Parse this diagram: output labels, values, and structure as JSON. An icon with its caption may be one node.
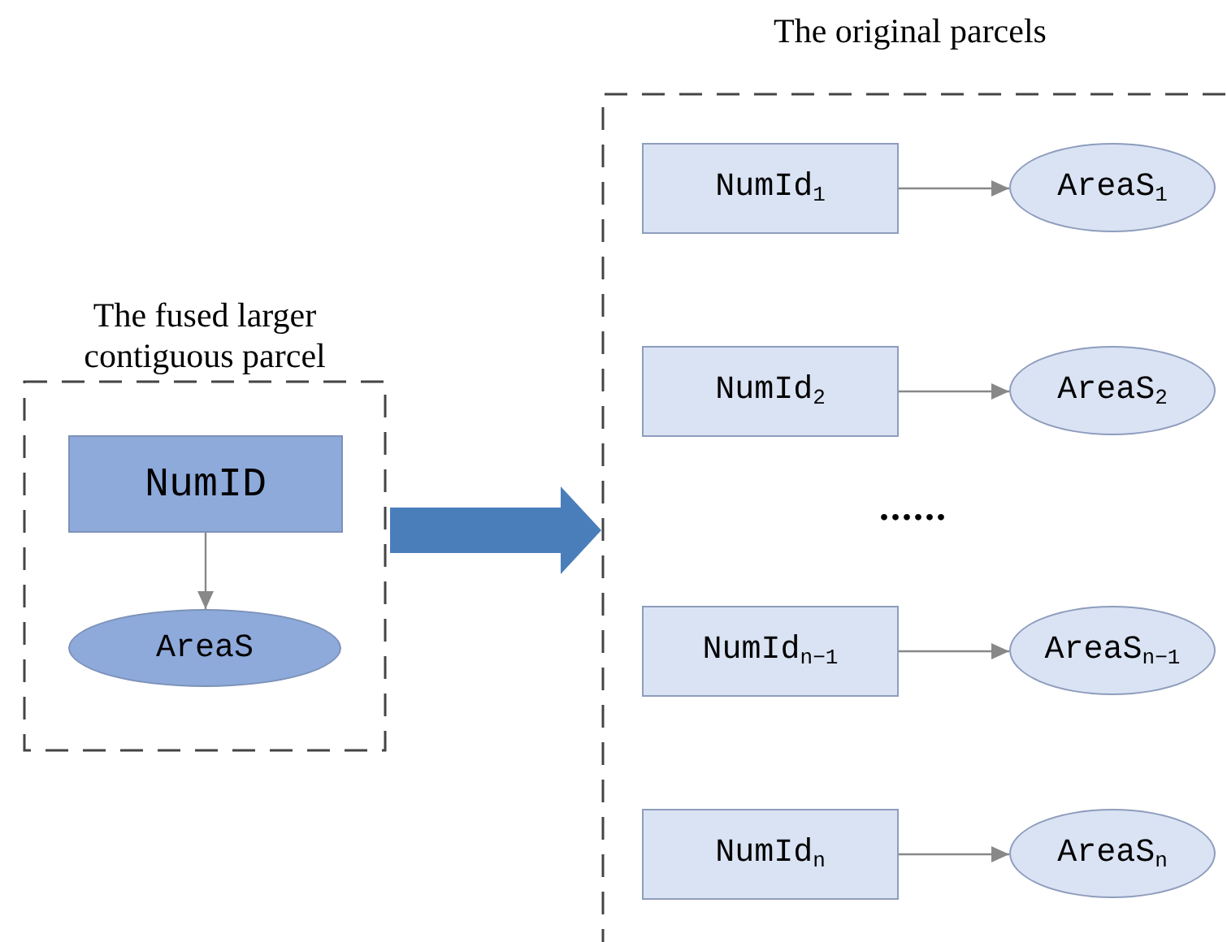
{
  "diagram": {
    "nodes": [
      {
        "text": [
          "The fused larger contiguous parcel"
        ]
      },
      {
        "text": [
          "NumID"
        ],
        "in": 0
      },
      {
        "text": [
          "AreaS"
        ],
        "in": 0
      },
      {
        "text": [
          "The original parcels"
        ]
      },
      {
        "text": [
          "NumId$_{1}$"
        ],
        "in": 3
      },
      {
        "text": [
          "AreaS$_{1}$"
        ],
        "in": 3
      },
      {
        "text": [
          "NumId$_{2}$"
        ],
        "in": 3
      },
      {
        "text": [
          "AreaS$_{2}$"
        ],
        "in": 3
      },
      {
        "text": [
          "NumId$_{n−1}$"
        ],
        "in": 3
      },
      {
        "text": [
          "AreaS$_{n−1}$"
        ],
        "in": 3
      },
      {
        "text": [
          "NumId$_{n}$"
        ],
        "in": 3
      },
      {
        "text": [
          "AreaS$_{n}$"
        ],
        "in": 3
      }
    ],
    "edges": [
      {
        "from": 1,
        "to": 2,
        "arrow": "to"
      },
      {
        "from": 4,
        "to": 5,
        "arrow": "to"
      },
      {
        "from": 6,
        "to": 7,
        "arrow": "to"
      },
      {
        "from": 8,
        "to": 9,
        "arrow": "to"
      },
      {
        "from": 10,
        "to": 11,
        "arrow": "to"
      },
      {
        "from": 0,
        "to": 3,
        "arrow": "to",
        "style": "thick",
        "color": "#4a7ebb"
      }
    ],
    "labels": [
      "......"
    ]
  }
}
